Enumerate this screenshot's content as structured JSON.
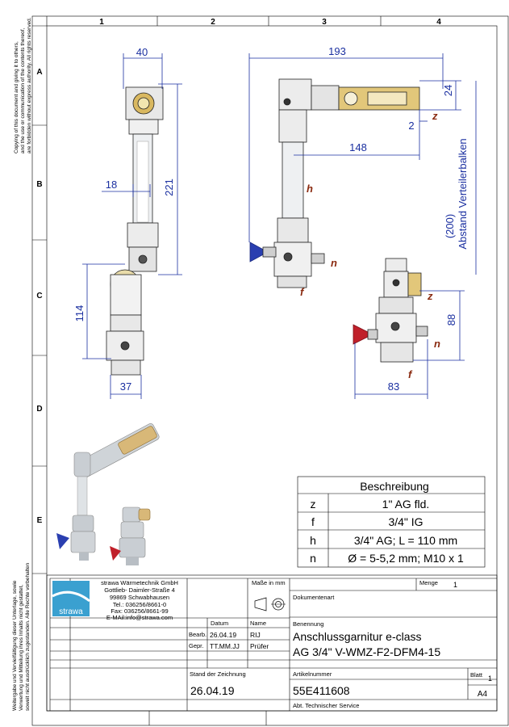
{
  "columns": [
    "1",
    "2",
    "3",
    "4"
  ],
  "rows": [
    "A",
    "B",
    "C",
    "D",
    "E"
  ],
  "copyright_left": [
    "Copying of this document and giving it to others,",
    "and the use or communication of the contents thereof,",
    "are forbidden without express authority. All rights reserved."
  ],
  "copyright_left_de": [
    "Weitergabe und Vervielfältigung dieser Unterlage, sowie",
    "Verwertung und Mitteilung ihres Inhalts nicht gestattet,",
    "soweit nicht ausdrücklich zugestanden. Alle Rechte vorbehalten"
  ],
  "dimensions": {
    "d40": "40",
    "d221": "221",
    "d18": "18",
    "d114": "114",
    "d37": "37",
    "d193": "193",
    "d24": "24",
    "d2": "2",
    "d148": "148",
    "d200": "(200)",
    "abstand": "Abstand Verteilerbalken",
    "d88": "88",
    "d83": "83"
  },
  "callouts": {
    "z1": "z",
    "h": "h",
    "n1": "n",
    "f1": "f",
    "z2": "z",
    "n2": "n",
    "f2": "f"
  },
  "description_table": {
    "header": "Beschreibung",
    "rows": [
      {
        "key": "z",
        "value": "1\" AG fld."
      },
      {
        "key": "f",
        "value": "3/4\" IG"
      },
      {
        "key": "h",
        "value": "3/4\" AG; L = 110 mm"
      },
      {
        "key": "n",
        "value": "Ø = 5-5,2 mm; M10 x 1"
      }
    ]
  },
  "company": {
    "logo": "strawa",
    "lines": [
      "strawa Wärmetechnik GmbH",
      "Gottlieb- Daimler-Straße 4",
      "99869 Schwabhausen",
      "Tel.: 036256/8661-0",
      "Fax: 036256/8661-99",
      "E-MAil:info@strawa.com"
    ]
  },
  "title_block": {
    "masse_label": "Maße in mm",
    "menge_label": "Menge",
    "menge_value": "1",
    "dokumentenart_label": "Dokumentenart",
    "datum_label": "Datum",
    "name_label": "Name",
    "benennung_label": "Benennung",
    "bearb_label": "Bearb.",
    "bearb_date": "26.04.19",
    "bearb_name": "RIJ",
    "gepr_label": "Gepr.",
    "gepr_date": "TT.MM.JJ",
    "gepr_name": "Prüfer",
    "title_line1": "Anschlussgarnitur e-class",
    "title_line2": "AG 3/4\" V-WMZ-F2-DFM4-15",
    "stand_label": "Stand der Zeichnung",
    "stand_value": "26.04.19",
    "artikel_label": "Artikelnummer",
    "artikel_value": "55E411608",
    "blatt_label": "Blatt",
    "blatt_value": "1",
    "format_value": "A4",
    "abt_label": "Abt. Technischer Service"
  },
  "colors": {
    "dimension": "#1a2fa0",
    "brass": "#c8a040",
    "handle_blue": "#2a3fb0",
    "handle_red": "#c0202a",
    "logo_blue": "#3aa0d0"
  }
}
